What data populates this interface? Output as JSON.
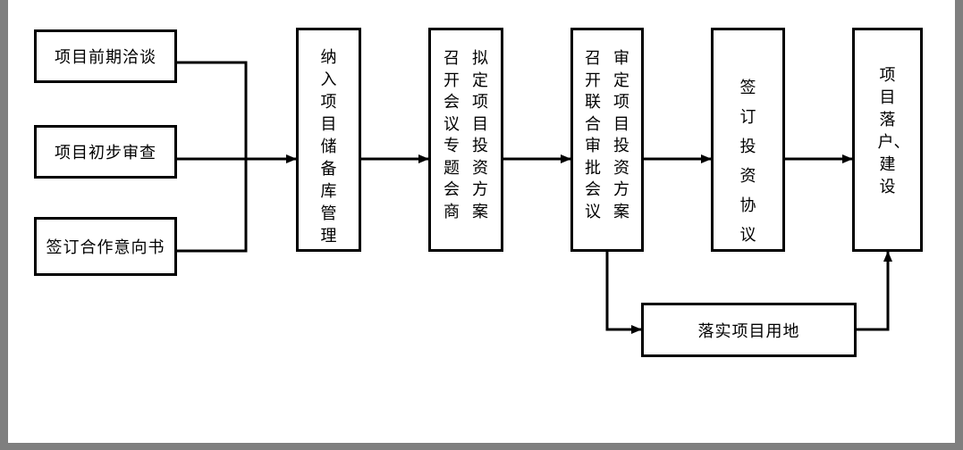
{
  "boxes": {
    "pre_negotiation": "项目前期洽谈",
    "initial_review": "项目初步审查",
    "intent_letter": "签订合作意向书",
    "reserve": "纳入项目储备库管理",
    "plan_col1": "拟定项目投资方案",
    "plan_col2": "召开会议专题会商",
    "approve_col1": "审定项目投资方案",
    "approve_col2": "召开联合审批会议",
    "agreement": "签订投资协议",
    "settle": "项目落户、建设",
    "land": "落实项目用地"
  }
}
